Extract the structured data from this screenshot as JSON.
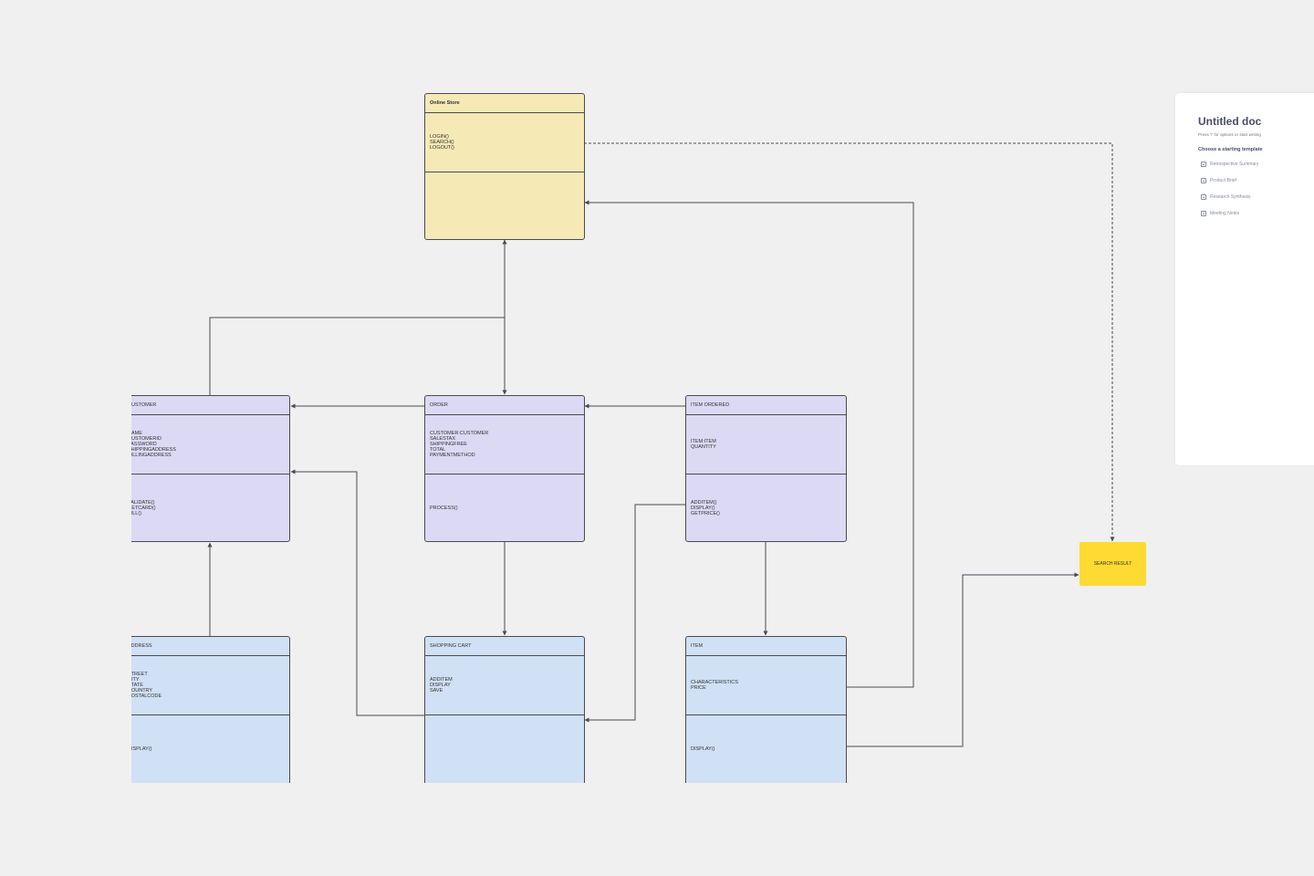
{
  "diagram": {
    "classes": {
      "online_store": {
        "title": "Online Store",
        "attributes": [
          "LOGIN()",
          "SEARCH()",
          "LOGOUT()"
        ],
        "operations": []
      },
      "customer": {
        "title": "CUSTOMER",
        "attributes": [
          "NAME",
          "CUSTOMERID",
          "PASSWORD",
          "SHIPPINGADDRESS",
          "BILLINGADDRESS"
        ],
        "operations": [
          "VALIDATE()",
          "GETCARD()",
          "BILL()"
        ]
      },
      "order": {
        "title": "ORDER",
        "attributes": [
          "CUSTOMER:CUSTOMER",
          "SALESTAX",
          "SHIPPINGFREE",
          "TOTAL",
          "PAYMENTMETHOD"
        ],
        "operations": [
          "PROCESS()"
        ]
      },
      "item_ordered": {
        "title": "ITEM ORDERED",
        "attributes": [
          "ITEM:ITEM",
          "QUANTITY"
        ],
        "operations": [
          "ADDITEM()",
          "DISPLAY()",
          "GETPRICE()"
        ]
      },
      "address": {
        "title": "ADDRESS",
        "attributes": [
          "STREET",
          "CITY",
          "STATE",
          "COUNTRY",
          "POSTALCODE"
        ],
        "operations": [
          "DISPLAY()"
        ]
      },
      "shopping_cart": {
        "title": "SHOPPING CART",
        "attributes": [
          "ADDITEM",
          "DISPLAY",
          "SAVE"
        ],
        "operations": []
      },
      "item": {
        "title": "ITEM",
        "attributes": [
          "CHARACTERISTICS",
          "PRICE"
        ],
        "operations": [
          "DISPLAY()"
        ]
      }
    },
    "search_result": "SEARCH RESULT",
    "colors": {
      "yellow_class": "#f5e9b5",
      "purple_class": "#dcd9f5",
      "blue_class": "#d0e0f5",
      "sticky": "#fedb33",
      "connector": "#4a4a52"
    }
  },
  "doc_panel": {
    "title": "Untitled doc",
    "hint": "Press '/' for options or start writing",
    "choose_label": "Choose a starting template",
    "templates": [
      {
        "label": "Retrospective Summary",
        "icon": "document-icon"
      },
      {
        "label": "Product Brief",
        "icon": "document-icon"
      },
      {
        "label": "Research Synthesis",
        "icon": "document-icon"
      },
      {
        "label": "Meeting Notes",
        "icon": "document-icon"
      }
    ]
  }
}
